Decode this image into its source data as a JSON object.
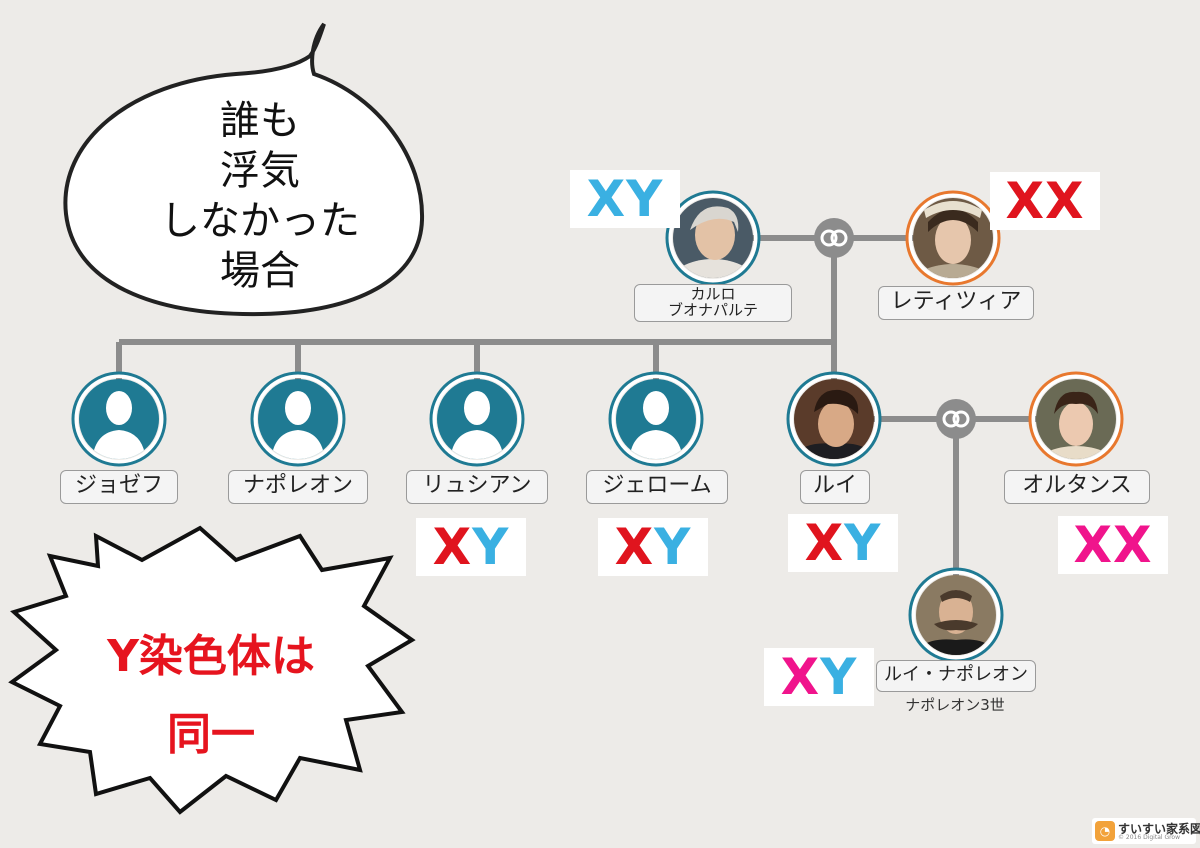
{
  "speech_bubble": {
    "text": "誰も\n浮気\nしなかった\n場合"
  },
  "burst": {
    "text": "Y染色体は\n同一"
  },
  "people": {
    "carlo": {
      "label_line1": "カルロ",
      "label_line2": "ブオナパルテ",
      "chromosome": [
        "X",
        "Y"
      ],
      "chromosome_colors": [
        "#3ab0e2",
        "#3ab0e2"
      ]
    },
    "letizia": {
      "label": "レティツィア",
      "chromosome": [
        "X",
        "X"
      ],
      "chromosome_colors": [
        "#e0141e",
        "#e0141e"
      ]
    },
    "joseph": {
      "label": "ジョゼフ"
    },
    "napoleon": {
      "label": "ナポレオン"
    },
    "lucien": {
      "label": "リュシアン",
      "chromosome": [
        "X",
        "Y"
      ],
      "chromosome_colors": [
        "#e0141e",
        "#3ab0e2"
      ]
    },
    "jerome": {
      "label": "ジェローム",
      "chromosome": [
        "X",
        "Y"
      ],
      "chromosome_colors": [
        "#e0141e",
        "#3ab0e2"
      ]
    },
    "louis": {
      "label": "ルイ",
      "chromosome": [
        "X",
        "Y"
      ],
      "chromosome_colors": [
        "#e0141e",
        "#3ab0e2"
      ]
    },
    "hortense": {
      "label": "オルタンス",
      "chromosome": [
        "X",
        "X"
      ],
      "chromosome_colors": [
        "#f0148c",
        "#f0148c"
      ]
    },
    "louis_napoleon": {
      "label": "ルイ・ナポレオン",
      "caption": "ナポレオン3世",
      "chromosome": [
        "X",
        "Y"
      ],
      "chromosome_colors": [
        "#f0148c",
        "#3ab0e2"
      ]
    }
  },
  "colors": {
    "male_ring": "#1f7a93",
    "female_ring": "#e8782e",
    "silhouette_bg": "#1f7a93",
    "connector": "#8c8c8c"
  },
  "logo": {
    "name": "すいすい家系図",
    "sub": "© 2016 Digital Grow"
  }
}
